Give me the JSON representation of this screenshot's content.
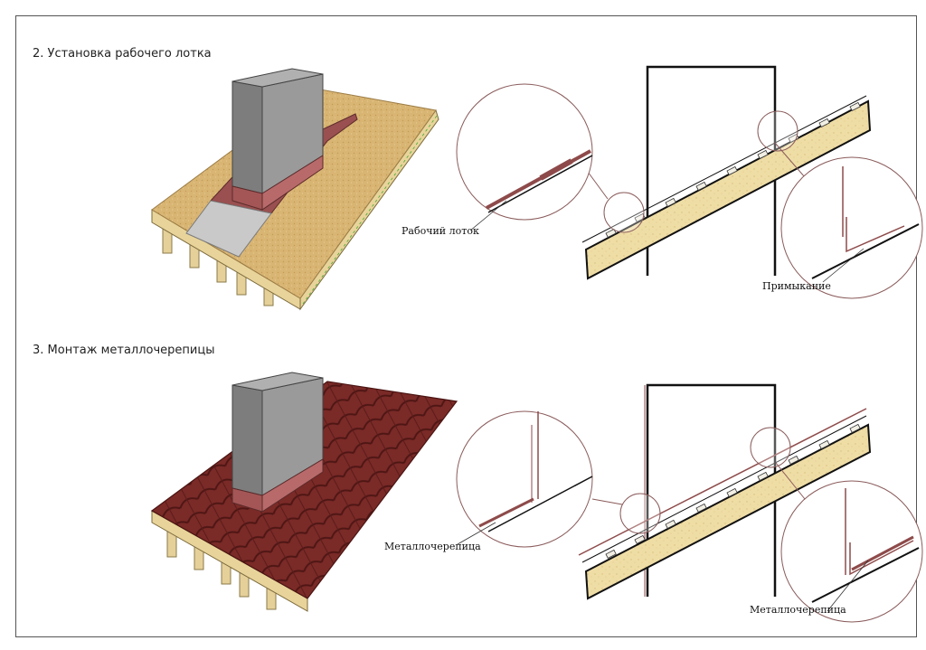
{
  "sections": [
    {
      "title": "2. Установка рабочего лотка"
    },
    {
      "title": "3. Монтаж металлочерепицы"
    }
  ],
  "callouts": {
    "working_tray": "Рабочий лоток",
    "abutment": "Примыкание",
    "metal_tile_left": "Металлочерепица",
    "metal_tile_right": "Металлочерепица"
  },
  "colors": {
    "osb": "#d9b878",
    "wood": "#e8d49a",
    "chimney": "#7a7a7a",
    "flashing": "#8e4a4a",
    "tile": "#7d2b28",
    "circle": "#8a5a5a"
  }
}
